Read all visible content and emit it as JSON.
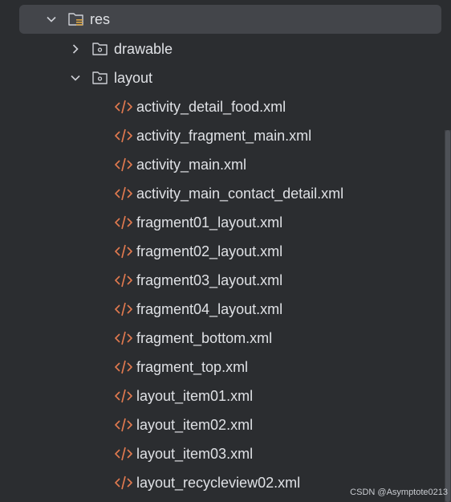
{
  "tree": {
    "root": {
      "label": "res",
      "expanded": true
    },
    "folders": [
      {
        "label": "drawable",
        "expanded": false
      },
      {
        "label": "layout",
        "expanded": true
      }
    ],
    "files": [
      "activity_detail_food.xml",
      "activity_fragment_main.xml",
      "activity_main.xml",
      "activity_main_contact_detail.xml",
      "fragment01_layout.xml",
      "fragment02_layout.xml",
      "fragment03_layout.xml",
      "fragment04_layout.xml",
      "fragment_bottom.xml",
      "fragment_top.xml",
      "layout_item01.xml",
      "layout_item02.xml",
      "layout_item03.xml",
      "layout_recycleview02.xml"
    ]
  },
  "watermark": "CSDN @Asymptote0213",
  "colors": {
    "background": "#2b2d30",
    "selected_row": "#43454a",
    "text": "#dfe1e5",
    "xml_icon": "#e0794f",
    "folder_icon": "#ced0d6",
    "resource_badge": "#d9a343"
  }
}
